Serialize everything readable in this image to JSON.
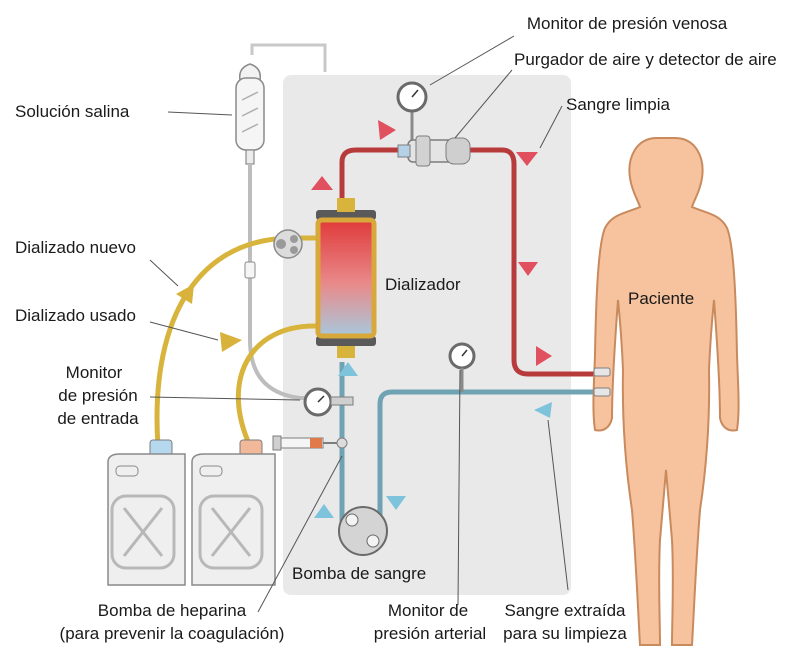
{
  "labels": {
    "venous_monitor": "Monitor de presión venosa",
    "air_trap": "Purgador de aire y detector de aire",
    "saline": "Solución salina",
    "clean_blood": "Sangre limpia",
    "new_dialysate": "Dializado nuevo",
    "dialyzer": "Dializador",
    "patient": "Paciente",
    "used_dialysate": "Dializado usado",
    "inflow_monitor": [
      "Monitor",
      "de presión",
      "de entrada"
    ],
    "blood_pump": "Bomba de sangre",
    "heparin_pump": [
      "Bomba de heparina",
      "(para prevenir la coagulación)"
    ],
    "arterial_monitor": [
      "Monitor de",
      "presión arterial"
    ],
    "withdrawn_blood": [
      "Sangre extraída",
      "para su limpieza"
    ]
  },
  "colors": {
    "machine_panel": "#e9e9e9",
    "clean_blood_line": "#b83b3b",
    "withdrawn_blood_line": "#6fa3b4",
    "dialysate_line": "#d9b43c",
    "skin": "#f6c39e",
    "skin_outline": "#c98a5d",
    "arrow_red": "#e0505f",
    "arrow_blue": "#7ec3dc",
    "arrow_yellow": "#d8b23a"
  }
}
